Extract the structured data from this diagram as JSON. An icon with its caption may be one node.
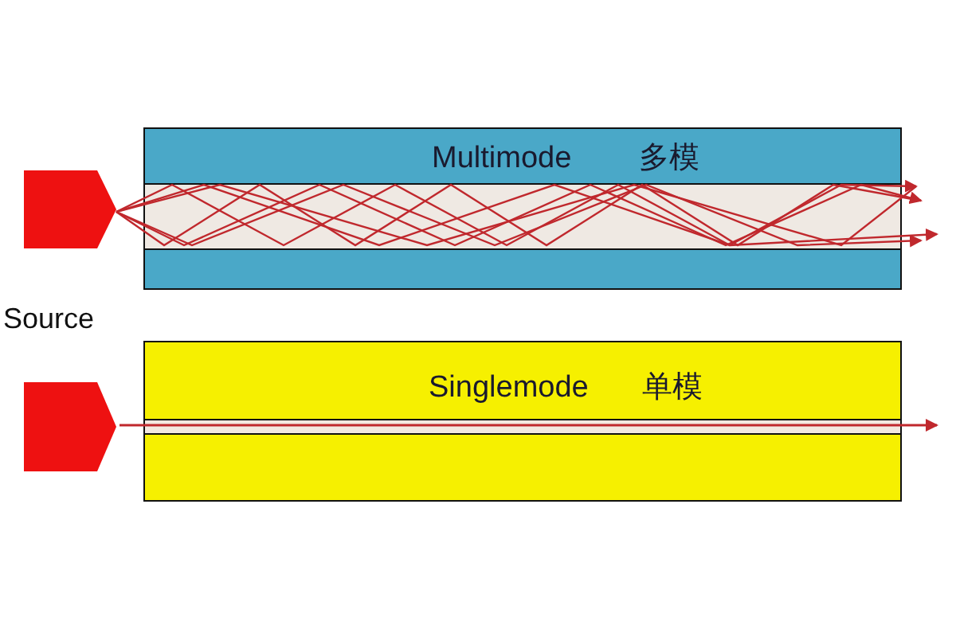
{
  "diagram": {
    "nodes": [
      {
        "text": [],
        "shape": "box"
      },
      {
        "text": [
          "Multimode",
          "多模"
        ]
      },
      {
        "text": [],
        "shape": "box"
      },
      {
        "text": [
          "Singlemode",
          "单模"
        ]
      }
    ],
    "labels": [
      "Source"
    ]
  }
}
